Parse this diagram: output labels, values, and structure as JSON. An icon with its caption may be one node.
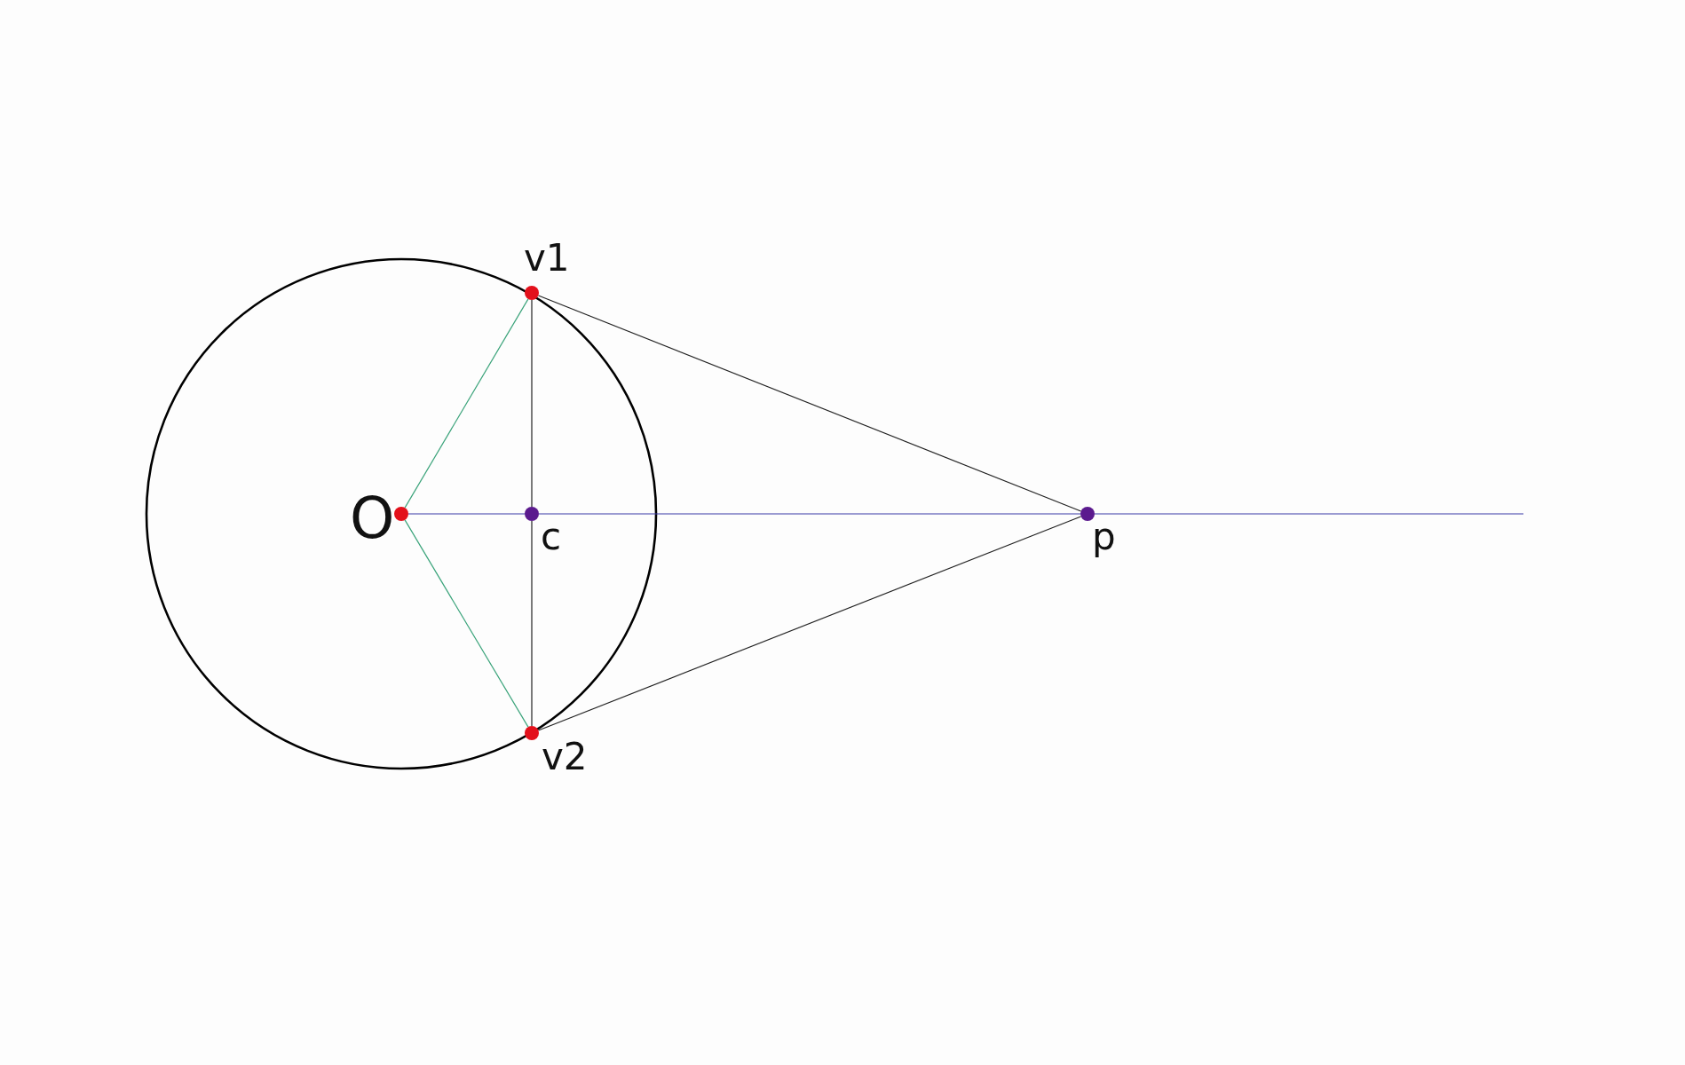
{
  "diagram": {
    "nodes": [
      {
        "text": [
          "v1"
        ]
      },
      {
        "text": [
          "O"
        ]
      },
      {
        "text": [
          "c"
        ]
      },
      {
        "text": [
          "p"
        ]
      },
      {
        "text": [
          "v2"
        ]
      }
    ],
    "edges": [
      {
        "from": 1,
        "to": 0,
        "arrow": "none",
        "color": "#3aa37a"
      },
      {
        "from": 1,
        "to": 4,
        "arrow": "none",
        "color": "#3aa37a"
      },
      {
        "from": 0,
        "to": 2,
        "arrow": "none"
      },
      {
        "from": 2,
        "to": 4,
        "arrow": "none"
      },
      {
        "from": 1,
        "to": 2,
        "arrow": "none",
        "color": "#3b3ba8"
      },
      {
        "from": 2,
        "to": 3,
        "arrow": "none",
        "color": "#3b3ba8"
      },
      {
        "from": 3,
        "to": null,
        "arrow": "none",
        "color": "#3b3ba8"
      },
      {
        "from": 0,
        "to": 3,
        "arrow": "none"
      },
      {
        "from": 4,
        "to": 3,
        "arrow": "none"
      }
    ]
  }
}
